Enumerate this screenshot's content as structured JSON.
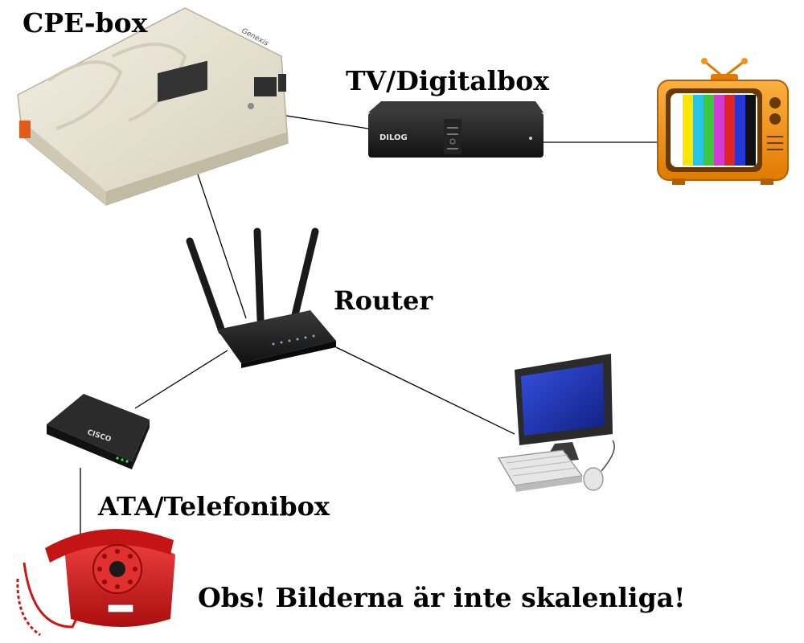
{
  "labels": {
    "cpe_box": "CPE-box",
    "tv_box": "TV/Digitalbox",
    "router": "Router",
    "ata": "ATA/Telefonibox",
    "note": "Obs! Bilderna är inte skalenliga!"
  },
  "device_text": {
    "cpe_brand": "Genexis",
    "tv_brand": "DILOG",
    "ata_brand": "CISCO"
  },
  "colors": {
    "cable": "#000000",
    "cpe_body": "#e9e4d3",
    "tv_body": "#f7941d",
    "phone_body": "#d81e1e",
    "monitor_screen": "#1f35b0"
  }
}
